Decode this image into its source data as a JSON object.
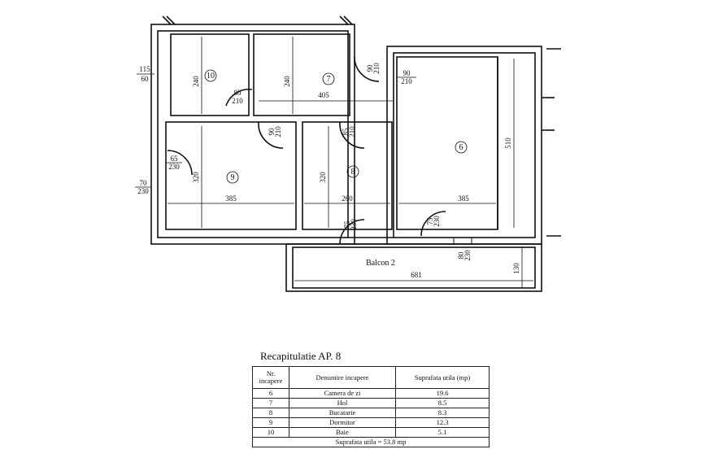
{
  "rooms": [
    {
      "id": "6"
    },
    {
      "id": "7"
    },
    {
      "id": "8"
    },
    {
      "id": "9"
    },
    {
      "id": "10"
    }
  ],
  "dimensions": {
    "d240a": "240",
    "d240b": "240",
    "d405": "405",
    "d510": "510",
    "d320a": "320",
    "d320b": "320",
    "d385a": "385",
    "d260": "260",
    "d385b": "385",
    "d681": "681",
    "d130": "130"
  },
  "openings": {
    "o115": {
      "top": "115",
      "bot": "60"
    },
    "o80": {
      "top": "80",
      "bot": "210"
    },
    "o90a": {
      "top": "90",
      "bot": "210"
    },
    "o90b": {
      "top": "90",
      "bot": "210"
    },
    "o90c": {
      "top": "90",
      "bot": "210"
    },
    "o85": {
      "top": "85",
      "bot": "210"
    },
    "o65": {
      "top": "65",
      "bot": "230"
    },
    "o70": {
      "top": "70",
      "bot": "230"
    },
    "o75a": {
      "top": "75",
      "bot": "230"
    },
    "o75b": {
      "top": "75",
      "bot": "230"
    },
    "o80b": {
      "top": "80",
      "bot": "230"
    }
  },
  "balcony_label": "Balcon 2",
  "recap": {
    "title": "Recapitulatie AP. 8",
    "headers": [
      "Nr. incapere",
      "Denumire incapere",
      "Suprafata utila (mp)"
    ],
    "rows": [
      [
        "6",
        "Camera de zi",
        "19.6"
      ],
      [
        "7",
        "Hol",
        "8.5"
      ],
      [
        "8",
        "Bucatarie",
        "8.3"
      ],
      [
        "9",
        "Dormitor",
        "12.3"
      ],
      [
        "10",
        "Baie",
        "5.1"
      ]
    ],
    "total": "Suprafata utila = 53.8 mp"
  }
}
